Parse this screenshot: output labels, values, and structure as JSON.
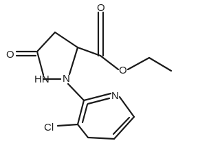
{
  "molecule": {
    "atoms": {
      "carbonyl_oxygen": "O",
      "ester_oxygen": "O",
      "ketone_oxygen": "O",
      "amide_nitrogen": "HN",
      "ring_nitrogen": "N",
      "pyridine_nitrogen": "N",
      "chlorine": "Cl"
    }
  }
}
